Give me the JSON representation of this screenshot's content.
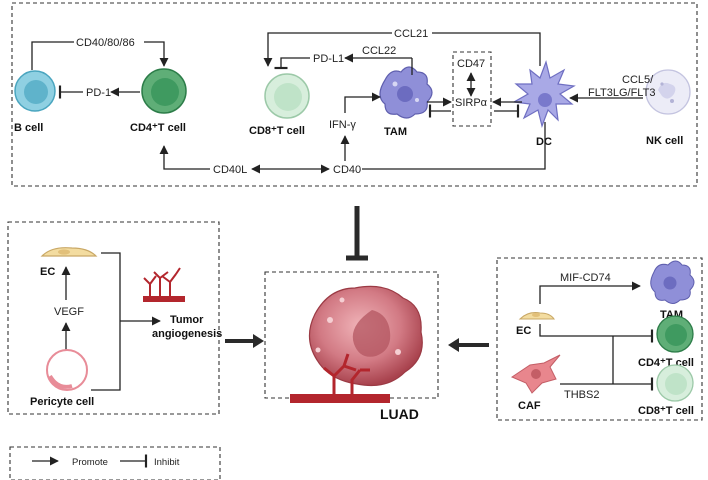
{
  "top_panel": {
    "b_cell": "B cell",
    "cd4_t_cell": "CD4⁺T cell",
    "cd8_t_cell": "CD8⁺T cell",
    "tam": "TAM",
    "dc": "DC",
    "nk_cell": "NK cell",
    "cd40_80_86": "CD40/80/86",
    "pd1": "PD-1",
    "pdl1": "PD-L1",
    "ccl21": "CCL21",
    "ccl22": "CCL22",
    "cd47": "CD47",
    "sirpa": "SIRPα",
    "ifng": "IFN-γ",
    "cd40l": "CD40L",
    "cd40": "CD40",
    "ccl5_line1": "CCL5/",
    "ccl5_line2": "FLT3LG/FLT3"
  },
  "left_panel": {
    "ec": "EC",
    "vegf": "VEGF",
    "pericyte": "Pericyte cell",
    "tumor_line1": "Tumor",
    "tumor_line2": "angiogenesis"
  },
  "center": {
    "luad": "LUAD"
  },
  "right_panel": {
    "mif_cd74": "MIF-CD74",
    "tam": "TAM",
    "ec": "EC",
    "cd4_t_cell": "CD4⁺T cell",
    "caf": "CAF",
    "thbs2": "THBS2",
    "cd8_t_cell": "CD8⁺T cell"
  },
  "legend": {
    "promote": "Promote",
    "inhibit": "Inhibit"
  },
  "colors": {
    "b_cell": "#6fbfd6",
    "cd4_t_cell": "#3f9a60",
    "cd8_t_cell": "#bfe3c8",
    "tam": "#8f8fd8",
    "dc": "#a9a9e6",
    "nk_cell": "#e4e4f4",
    "ec": "#f3dca0",
    "pericyte": "#f2b8bf",
    "caf": "#e8868d",
    "tumor": "#d9828a",
    "vessel": "#b3262d",
    "inhibit_bar": "#2a2a2a"
  }
}
